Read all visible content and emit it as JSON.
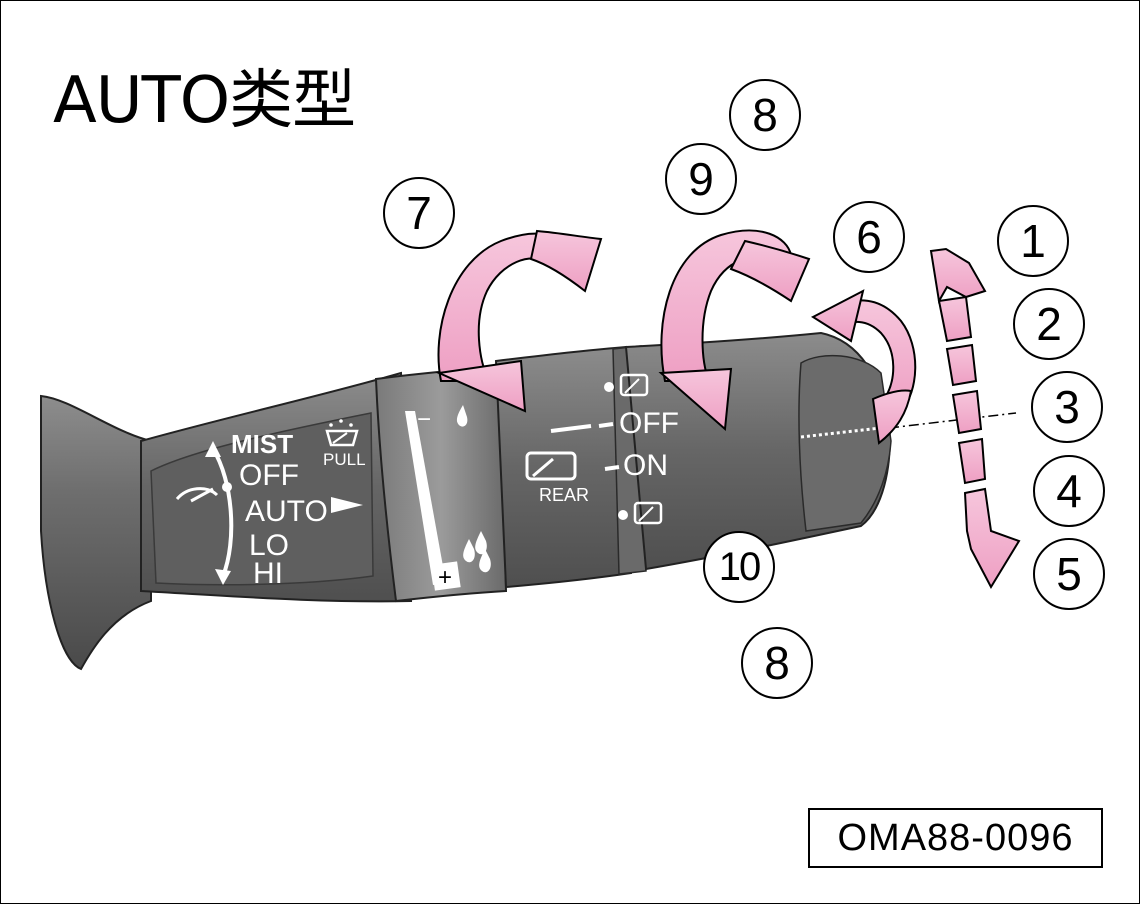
{
  "title": "AUTO类型",
  "figure_code": "OMA88-0096",
  "callouts": [
    "1",
    "2",
    "3",
    "4",
    "5",
    "6",
    "7",
    "8",
    "9",
    "10",
    "8"
  ],
  "front_wiper": {
    "modes": [
      "MIST",
      "OFF",
      "AUTO",
      "LO",
      "HI"
    ],
    "pull_label": "PULL",
    "sensitivity_minus": "−",
    "sensitivity_plus": "+"
  },
  "rear_wiper": {
    "label": "REAR",
    "positions": [
      "OFF",
      "ON"
    ]
  },
  "colors": {
    "lever_dark": "#5e5e5e",
    "lever_light": "#8a8a8a",
    "arrow_pink": "#f2b3cf",
    "outline": "#000000"
  },
  "icons": [
    "windshield-wiper-icon",
    "washer-icon",
    "rain-drop-icon",
    "rear-wiper-icon",
    "rear-washer-icon"
  ]
}
